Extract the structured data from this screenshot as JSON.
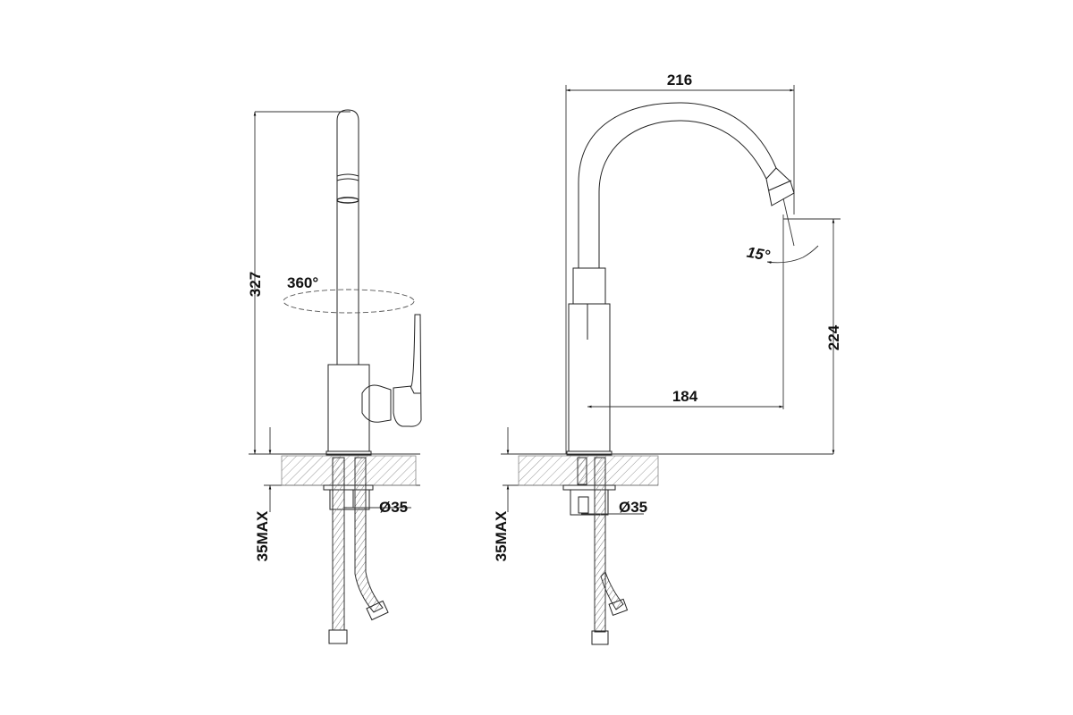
{
  "drawing": {
    "side_view": {
      "height_label": "327",
      "rotation_label": "360°",
      "diameter_label": "Ø35",
      "counter_label": "35MAX"
    },
    "front_view": {
      "width_label": "216",
      "reach_label": "184",
      "spout_height_label": "224",
      "angle_label": "15°",
      "diameter_label": "Ø35",
      "counter_label": "35MAX"
    }
  }
}
